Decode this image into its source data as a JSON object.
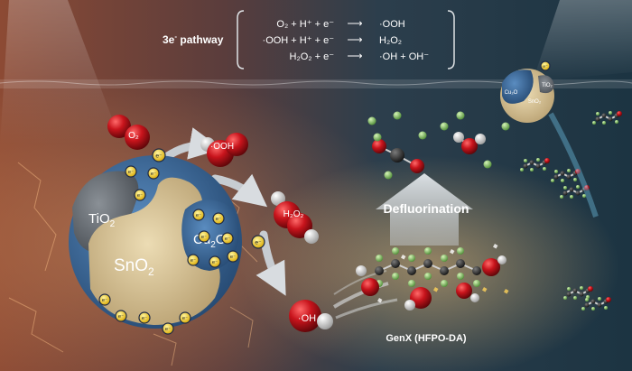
{
  "pathway": {
    "title": "3e",
    "title_sup": "-",
    "title_rest": " pathway",
    "arrow": "⟶",
    "reactions": [
      {
        "lhs": "O₂ + H⁺ + e⁻",
        "rhs": "·OOH"
      },
      {
        "lhs": "·OOH + H⁺ + e⁻",
        "rhs": "H₂O₂"
      },
      {
        "lhs": "H₂O₂ + e⁻",
        "rhs": "·OH + OH⁻"
      }
    ]
  },
  "catalyst": {
    "tio2": "TiO",
    "tio2_sub": "2",
    "sno2": "SnO",
    "sno2_sub": "2",
    "cu2o": "Cu",
    "cu2o_sub": "2",
    "cu2o_tail": "O",
    "electron": "e⁻"
  },
  "species": {
    "o2": "O₂",
    "ooh": "·OOH",
    "h2o2": "H₂O₂",
    "oh": "·OH"
  },
  "process": {
    "defluorination": "Defluorination",
    "genx": "GenX (HFPO-DA)"
  },
  "mini_particle": {
    "cu2o": "Cu₂O",
    "tio2": "TiO₂",
    "sno2": "SnO₂"
  },
  "colors": {
    "oxygen": "#c8141c",
    "hydrogen": "#f0f0f0",
    "carbon": "#1e1e1e",
    "fluorine": "#8fd06a",
    "electron": "#f2d21b",
    "sno2": "#d9c79c",
    "tio2": "#6c7278",
    "cu2o": "#3e6e9e"
  }
}
